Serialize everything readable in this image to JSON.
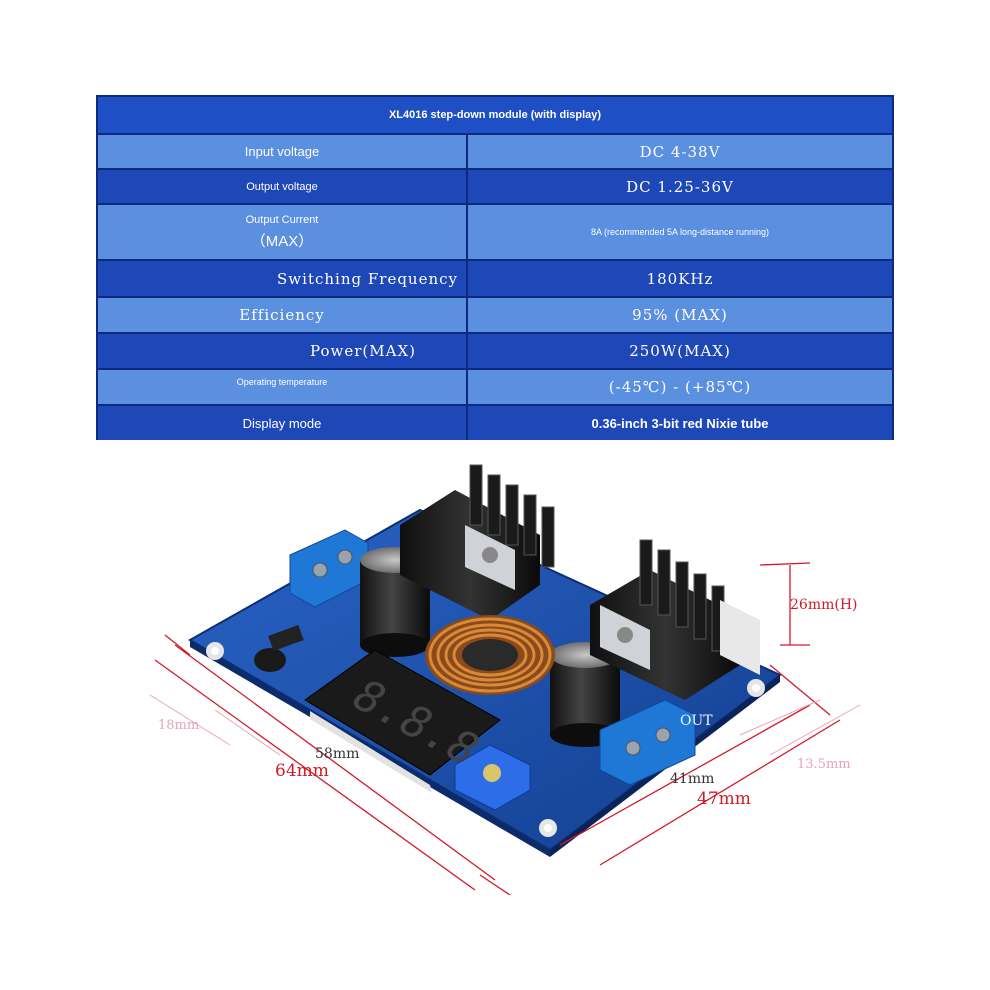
{
  "table": {
    "title": "XL4016 step-down module (with display)",
    "rows": [
      {
        "label": "Input voltage",
        "value": "DC 4-38V"
      },
      {
        "label": "Output voltage",
        "value": "DC 1.25-36V"
      },
      {
        "label": "Output Current",
        "label2": "（MAX）",
        "value": "8A (recommended 5A long-distance running)"
      },
      {
        "label": "Switching Frequency",
        "value": "180KHz"
      },
      {
        "label": "Efficiency",
        "value": "95% (MAX)"
      },
      {
        "label": "Power(MAX)",
        "value": "250W(MAX)"
      },
      {
        "label": "Operating temperature",
        "value": "(-45℃) - (+85℃)"
      },
      {
        "label": "Display mode",
        "value": "0.36-inch 3-bit red Nixie tube"
      }
    ]
  },
  "dimensions": {
    "height": "26mm(H)",
    "d18": "18mm",
    "d58": "58mm",
    "d64": "64mm",
    "d41": "41mm",
    "d47": "47mm",
    "d135": "13.5mm",
    "out_label": "OUT",
    "display_digits": "8.8.8"
  },
  "colors": {
    "table_dark": "#1e47b8",
    "table_light": "#5b8fe0",
    "pcb": "#1d4fa8",
    "dimension_line": "#d11a2a",
    "dimension_light": "#e9a3b6"
  }
}
